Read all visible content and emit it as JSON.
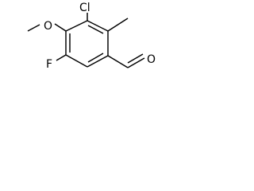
{
  "molecule": {
    "atoms": {
      "chlorine": "Cl",
      "oxygen_methoxy": "O",
      "fluorine": "F",
      "oxygen_aldehyde": "O"
    }
  }
}
